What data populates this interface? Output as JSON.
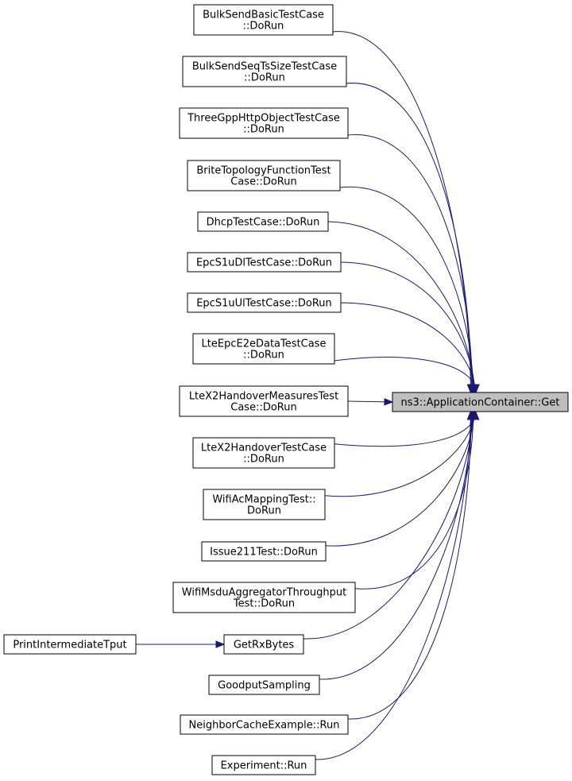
{
  "graph": {
    "target": {
      "label": "ns3::ApplicationContainer::Get"
    },
    "callers": [
      {
        "id": "n1",
        "lines": [
          "BulkSendBasicTestCase",
          "::DoRun"
        ]
      },
      {
        "id": "n2",
        "lines": [
          "BulkSendSeqTsSizeTestCase",
          "::DoRun"
        ]
      },
      {
        "id": "n3",
        "lines": [
          "ThreeGppHttpObjectTestCase",
          "::DoRun"
        ]
      },
      {
        "id": "n4",
        "lines": [
          "BriteTopologyFunctionTest",
          "Case::DoRun"
        ]
      },
      {
        "id": "n5",
        "lines": [
          "DhcpTestCase::DoRun"
        ]
      },
      {
        "id": "n6",
        "lines": [
          "EpcS1uDlTestCase::DoRun"
        ]
      },
      {
        "id": "n7",
        "lines": [
          "EpcS1uUlTestCase::DoRun"
        ]
      },
      {
        "id": "n8",
        "lines": [
          "LteEpcE2eDataTestCase",
          "::DoRun"
        ]
      },
      {
        "id": "n9",
        "lines": [
          "LteX2HandoverMeasuresTest",
          "Case::DoRun"
        ]
      },
      {
        "id": "n10",
        "lines": [
          "LteX2HandoverTestCase",
          "::DoRun"
        ]
      },
      {
        "id": "n11",
        "lines": [
          "WifiAcMappingTest::",
          "DoRun"
        ]
      },
      {
        "id": "n12",
        "lines": [
          "Issue211Test::DoRun"
        ]
      },
      {
        "id": "n13",
        "lines": [
          "WifiMsduAggregatorThroughput",
          "Test::DoRun"
        ]
      },
      {
        "id": "n14",
        "lines": [
          "GetRxBytes"
        ]
      },
      {
        "id": "n15",
        "lines": [
          "GoodputSampling"
        ]
      },
      {
        "id": "n16",
        "lines": [
          "NeighborCacheExample::Run"
        ]
      },
      {
        "id": "n17",
        "lines": [
          "Experiment::Run"
        ]
      }
    ],
    "second_level": [
      {
        "id": "n18",
        "lines": [
          "PrintIntermediateTput"
        ],
        "calls": "n14"
      }
    ],
    "colors": {
      "edge": "#191970",
      "target_fill": "#bfbfbf",
      "node_border": "#000000"
    }
  }
}
